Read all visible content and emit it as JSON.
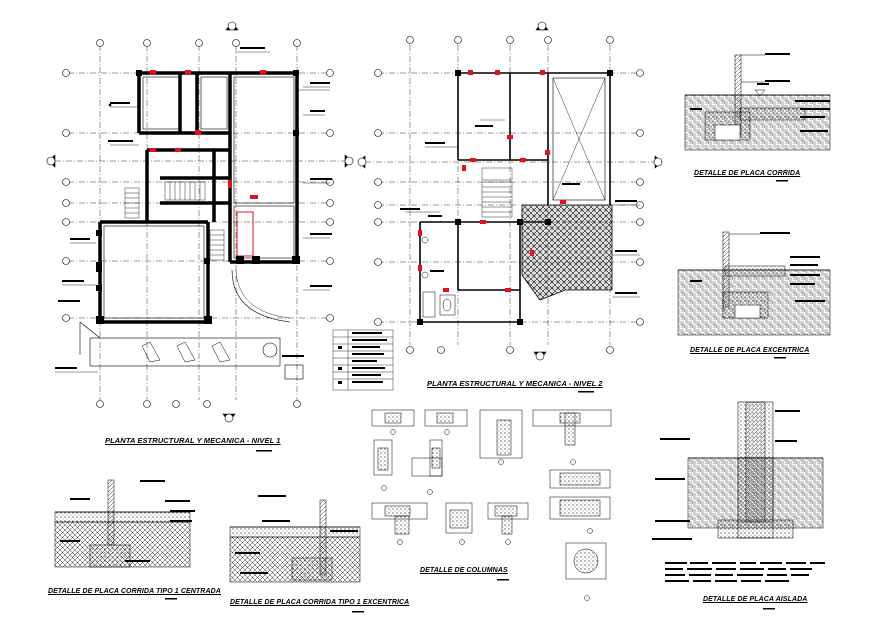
{
  "drawing": {
    "plan_level_1_title": "PLANTA ESTRUCTURAL Y MECANICA - NIVEL 1",
    "plan_level_2_title": "PLANTA ESTRUCTURAL Y MECANICA - NIVEL 2",
    "detail_corrida_title": "DETALLE DE PLACA CORRIDA",
    "detail_excentrica_title": "DETALLE DE PLACA EXCENTRICA",
    "detail_aislada_title": "DETALLE DE PLACA AISLADA",
    "detail_tipo1_centrada_title": "DETALLE DE PLACA CORRIDA TIPO 1 CENTRADA",
    "detail_tipo1_excentrica_title": "DETALLE DE PLACA CORRIDA TIPO 1 EXCENTRICA",
    "detail_columnas_title": "DETALLE DE COLUMNAS"
  },
  "colors": {
    "line": "#000000",
    "accent": "#e8101a",
    "hatch": "#555555"
  }
}
